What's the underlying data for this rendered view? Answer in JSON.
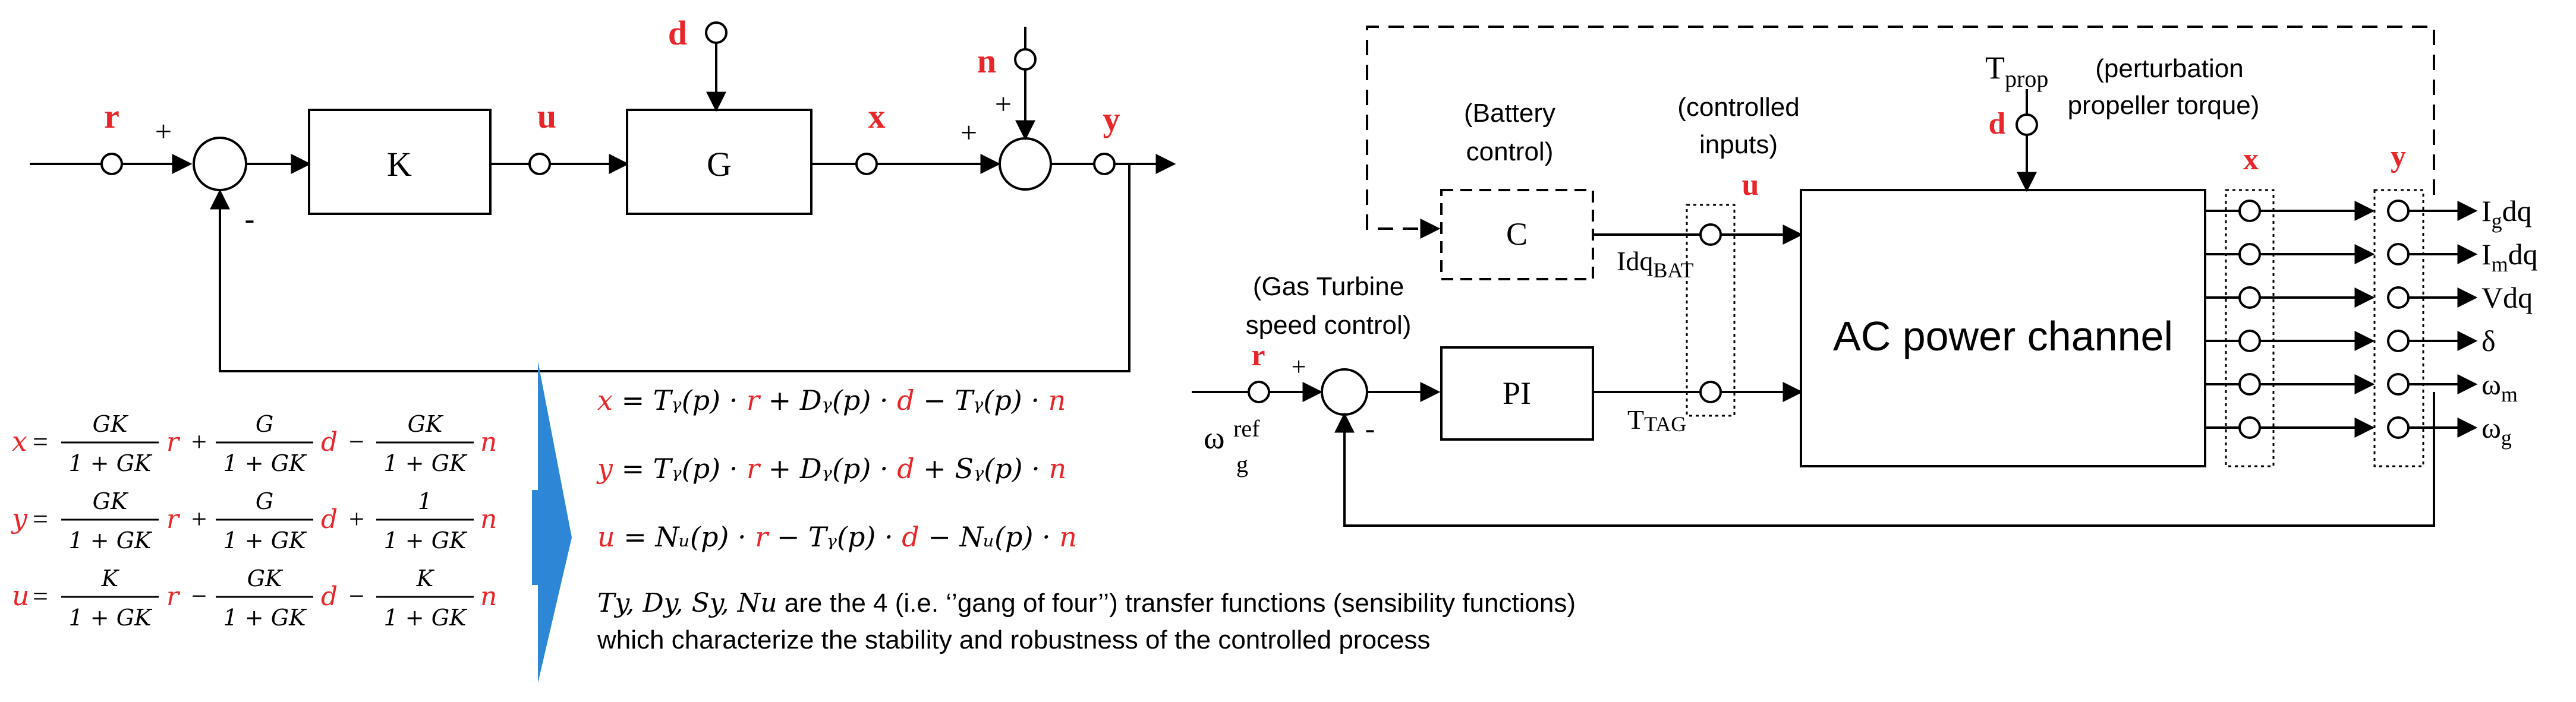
{
  "colors": {
    "signal_label": "#e8262a",
    "arrow_fill": "#2e86d6",
    "line": "#000000"
  },
  "left_diagram": {
    "signals": {
      "r": "r",
      "u": "u",
      "x": "x",
      "y": "y",
      "d": "d",
      "n": "n"
    },
    "blocks": {
      "controller": "K",
      "plant": "G"
    },
    "signs": {
      "sum1_plus": "+",
      "sum1_minus": "-",
      "sum2_plus_left": "+",
      "sum2_plus_top": "+"
    }
  },
  "equations_left": [
    {
      "var": "x",
      "t1_num": "GK",
      "t1_den": "1 + GK",
      "t1_sig": "r",
      "op1": "+",
      "t2_num": "G",
      "t2_den": "1 + GK",
      "t2_sig": "d",
      "op2": "−",
      "t3_num": "GK",
      "t3_den": "1 + GK",
      "t3_sig": "n"
    },
    {
      "var": "y",
      "t1_num": "GK",
      "t1_den": "1 + GK",
      "t1_sig": "r",
      "op1": "+",
      "t2_num": "G",
      "t2_den": "1 + GK",
      "t2_sig": "d",
      "op2": "+",
      "t3_num": "1",
      "t3_den": "1 + GK",
      "t3_sig": "n"
    },
    {
      "var": "u",
      "t1_num": "K",
      "t1_den": "1 + GK",
      "t1_sig": "r",
      "op1": "−",
      "t2_num": "GK",
      "t2_den": "1 + GK",
      "t2_sig": "d",
      "op2": "−",
      "t3_num": "K",
      "t3_den": "1 + GK",
      "t3_sig": "n"
    }
  ],
  "equations_right": [
    {
      "var": "x",
      "rhs": "= Tᵧ(p) · r + Dᵧ(p) · d − Tᵧ(p) · n"
    },
    {
      "var": "y",
      "rhs": "= Tᵧ(p) · r + Dᵧ(p) · d + Sᵧ(p) · n"
    },
    {
      "var": "u",
      "rhs": "= Nᵤ(p) · r − Tᵧ(p) · d − Nᵤ(p) · n"
    }
  ],
  "gang_note": {
    "line1_symbols": "Ty, Dy, Sy, Nu",
    "line1_text": " are the 4 (i.e. ‘’gang of four’’) transfer functions (sensibility functions)",
    "line2": "which characterize the stability and robustness of the controlled process"
  },
  "right_diagram": {
    "battery_label_1": "(Battery",
    "battery_label_2": "control)",
    "controlled_label_1": "(controlled",
    "controlled_label_2": "inputs)",
    "gas_label_1": "(Gas Turbine",
    "gas_label_2": "speed control)",
    "tprop_T": "T",
    "tprop_sub": "prop",
    "tprop_desc_1": "(perturbation",
    "tprop_desc_2": "propeller torque)",
    "block_c": "C",
    "block_pi": "PI",
    "block_ac": "AC power channel",
    "idq_main": "Idq",
    "idq_sub": "BAT",
    "ttag_main": "T",
    "ttag_sub": "TAG",
    "ref_omega": "ω",
    "ref_sup": "ref",
    "ref_sub": "g",
    "sign_plus": "+",
    "sign_minus": "-",
    "signals": {
      "r": "r",
      "d": "d",
      "u": "u",
      "x": "x",
      "y": "y"
    },
    "outputs": [
      {
        "main": "I",
        "sub": "g",
        "tail": "dq"
      },
      {
        "main": "I",
        "sub": "m",
        "tail": "dq"
      },
      {
        "main": "Vdq",
        "sub": "",
        "tail": ""
      },
      {
        "main": "δ",
        "sub": "",
        "tail": ""
      },
      {
        "main": "ω",
        "sub": "m",
        "tail": ""
      },
      {
        "main": "ω",
        "sub": "g",
        "tail": ""
      }
    ]
  }
}
